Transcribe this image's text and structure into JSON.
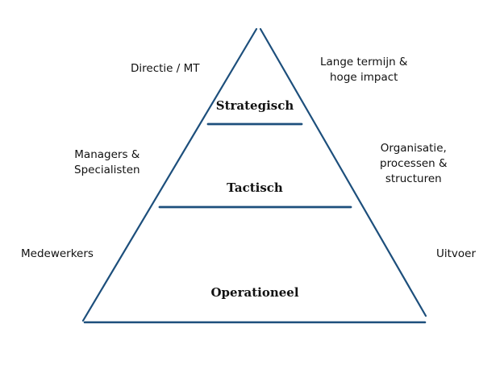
{
  "colors": {
    "stroke": "#1d4f7c"
  },
  "levels": {
    "top": "Strategisch",
    "middle": "Tactisch",
    "bottom": "Operationeel"
  },
  "left_labels": {
    "top": "Directie / MT",
    "middle_1": "Managers &",
    "middle_2": "Specialisten",
    "bottom": "Medewerkers"
  },
  "right_labels": {
    "top_1": "Lange termijn &",
    "top_2": "hoge impact",
    "middle_1": "Organisatie,",
    "middle_2": "processen &",
    "middle_3": "structuren",
    "bottom": "Uitvoer"
  }
}
